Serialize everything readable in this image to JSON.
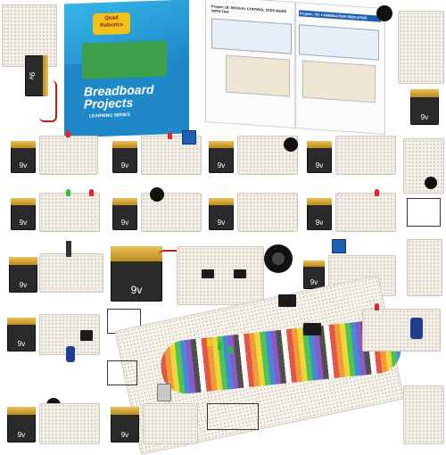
{
  "book": {
    "brand_line1": "Quad",
    "brand_line2": "Robotics",
    "title_line1": "Breadboard",
    "title_line2": "Projects",
    "series": "LEARNING SERIES",
    "colors": {
      "cover": "#1e88c8",
      "cover_accent": "#2eb14a",
      "title": "#ffffff"
    }
  },
  "open_manual": {
    "left_page_heading": "Project 18: MANUAL CONTROL STEP MODE WITH FAN",
    "right_page_heading": "Project - RC COMBINATION INDICATOR"
  },
  "battery_label": "9v",
  "large_battery_label": "9v",
  "icons": [
    "battery-icon",
    "buzzer-icon",
    "speaker-icon",
    "led-icon",
    "ic-chip-icon",
    "sensor-icon",
    "potentiometer-icon",
    "motor-icon",
    "capacitor-icon",
    "jumper-wires-icon"
  ]
}
